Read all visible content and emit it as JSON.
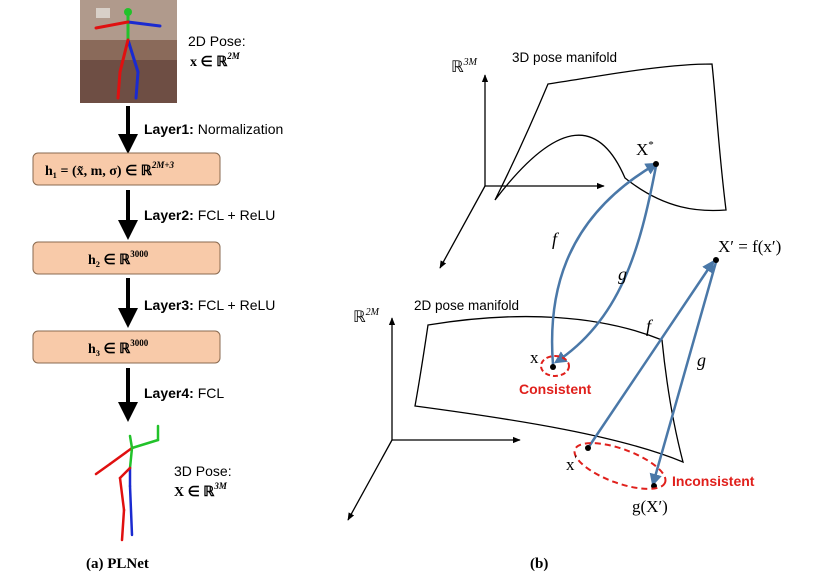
{
  "colors": {
    "box_fill": "#f8caa9",
    "arrow_blue": "#4a78a8",
    "red": "#e0201c",
    "skeleton_red": "#e01010",
    "skeleton_green": "#22c22a",
    "skeleton_blue": "#1a2ad0"
  },
  "left": {
    "photo_label": "2D Pose:",
    "photo_math": "x ∈ ℝ",
    "photo_exp": "2M",
    "layers": [
      {
        "bold": "Layer1:",
        "rest": " Normalization"
      },
      {
        "bold": "Layer2:",
        "rest": " FCL + ReLU"
      },
      {
        "bold": "Layer3:",
        "rest": " FCL + ReLU"
      },
      {
        "bold": "Layer4:",
        "rest": " FCL"
      }
    ],
    "boxes": [
      {
        "main": "h₁ = (x̃, m, σ) ∈ ℝ",
        "exp": "2M+3"
      },
      {
        "main": "h₂ ∈ ℝ",
        "exp": "3000"
      },
      {
        "main": "h₃ ∈ ℝ",
        "exp": "3000"
      }
    ],
    "output_label": "3D Pose:",
    "output_math": "X ∈ ℝ",
    "output_exp": "3M",
    "caption": "(a) PLNet"
  },
  "right": {
    "axis3d_label": "ℝ",
    "axis3d_exp": "3M",
    "manifold3d_label": "3D pose manifold",
    "axis2d_label": "ℝ",
    "axis2d_exp": "2M",
    "manifold2d_label": "2D pose manifold",
    "x_star": "X",
    "x_star_exp": "*",
    "x_point": "x",
    "x_prime": "x",
    "x_prime_mark": "′",
    "X_prime_eq": "X′ = f(x′)",
    "g_X_prime": "g(X′)",
    "f_label": "f",
    "g_label": "g",
    "consistent": "Consistent",
    "inconsistent": "Inconsistent",
    "caption": "(b)"
  }
}
